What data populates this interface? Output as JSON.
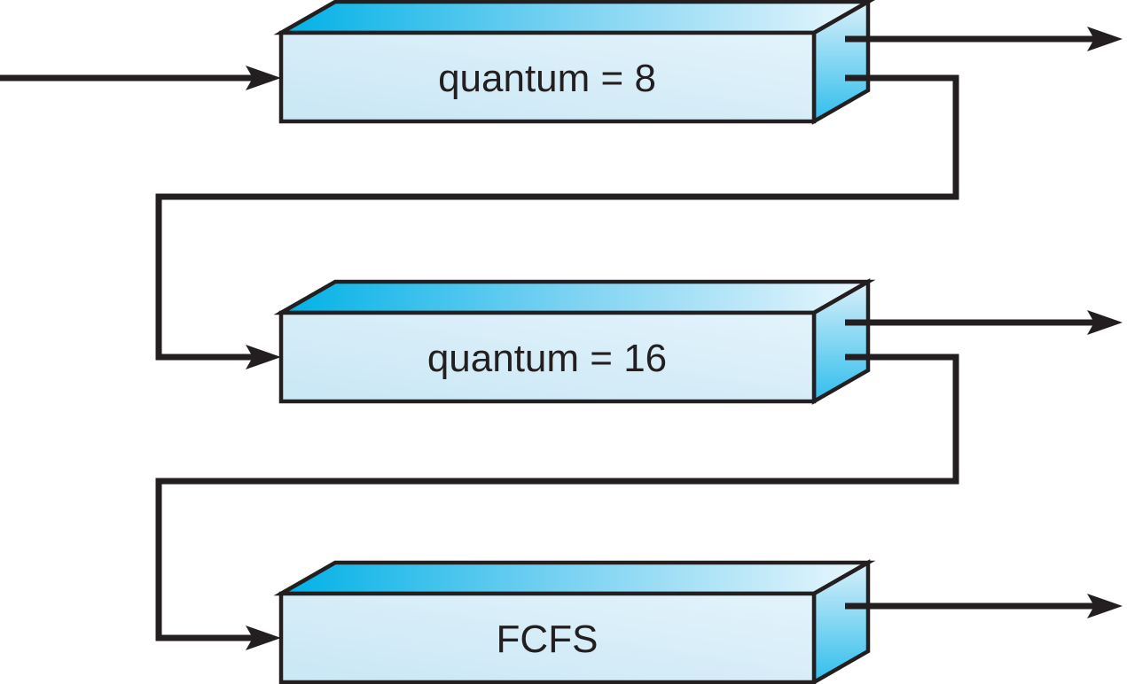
{
  "diagram": {
    "type": "multilevel-feedback-queue-scheduling",
    "queues": [
      {
        "label": "quantum = 8"
      },
      {
        "label": "quantum = 16"
      },
      {
        "label": "FCFS"
      }
    ],
    "colors": {
      "line": "#231f20",
      "label_text": "#231f20",
      "box_front_light": "#e3f3fb",
      "box_front_dark": "#c9e7f5",
      "box_top_gradient_start": "#00b1e6",
      "box_top_gradient_mid": "#7dd3f2",
      "box_top_gradient_end": "#eaf7fd",
      "box_side_gradient_start": "#d9effa",
      "box_side_gradient_end": "#2fbeec",
      "background": "#ffffff"
    }
  }
}
